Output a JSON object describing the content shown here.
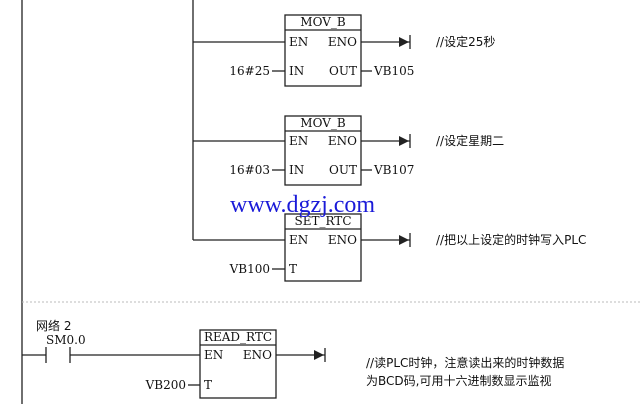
{
  "blocks": [
    {
      "name": "MOV_B",
      "en": "EN",
      "eno": "ENO",
      "in_label": "IN",
      "in_value": "16#25",
      "out_label": "OUT",
      "out_value": "VB105",
      "comment": "//设定25秒"
    },
    {
      "name": "MOV_B",
      "en": "EN",
      "eno": "ENO",
      "in_label": "IN",
      "in_value": "16#03",
      "out_label": "OUT",
      "out_value": "VB107",
      "comment": "//设定星期二"
    },
    {
      "name": "SET_RTC",
      "en": "EN",
      "eno": "ENO",
      "t_label": "T",
      "t_value": "VB100",
      "comment": "//把以上设定的时钟写入PLC"
    }
  ],
  "network2": {
    "label": "网络 2",
    "contact": "SM0.0",
    "block": {
      "name": "READ_RTC",
      "en": "EN",
      "eno": "ENO",
      "t_label": "T",
      "t_value": "VB200"
    },
    "comment_line1": "//读PLC时钟，注意读出来的时钟数据",
    "comment_line2": "为BCD码,可用十六进制数显示监视"
  },
  "watermark": "www.dgzj.com",
  "colors": {
    "line": "#222222",
    "watermark": "#1a1ad8"
  }
}
